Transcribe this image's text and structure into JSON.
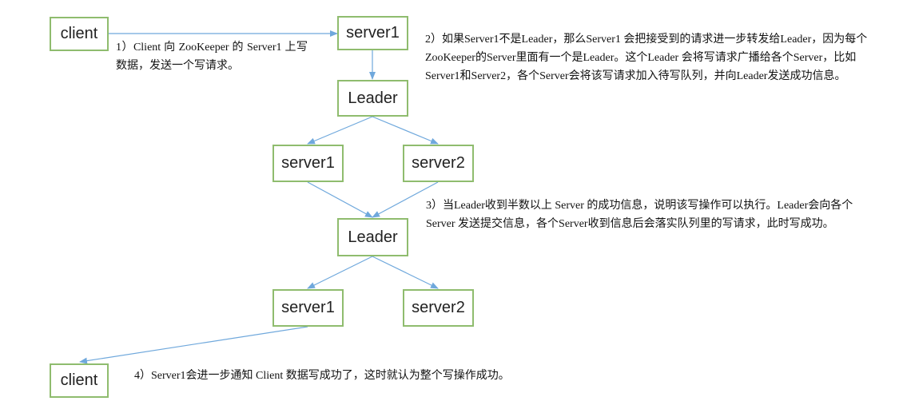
{
  "nodes": {
    "client_top": "client",
    "server1_a": "server1",
    "leader_1": "Leader",
    "server1_b": "server1",
    "server2_b": "server2",
    "leader_2": "Leader",
    "server1_c": "server1",
    "server2_c": "server2",
    "client_bottom": "client"
  },
  "notes": {
    "step1": "1）Client 向 ZooKeeper 的 Server1 上写数据，发送一个写请求。",
    "step2": "2）如果Server1不是Leader，那么Server1 会把接受到的请求进一步转发给Leader，因为每个ZooKeeper的Server里面有一个是Leader。这个Leader 会将写请求广播给各个Server，比如Server1和Server2，各个Server会将该写请求加入待写队列，并向Leader发送成功信息。",
    "step3": "3）当Leader收到半数以上 Server 的成功信息，说明该写操作可以执行。Leader会向各个Server 发送提交信息，各个Server收到信息后会落实队列里的写请求，此时写成功。",
    "step4": "4）Server1会进一步通知 Client 数据写成功了，这时就认为整个写操作成功。"
  },
  "colors": {
    "box_border": "#8fbc6e",
    "edge": "#6fa8dc"
  }
}
